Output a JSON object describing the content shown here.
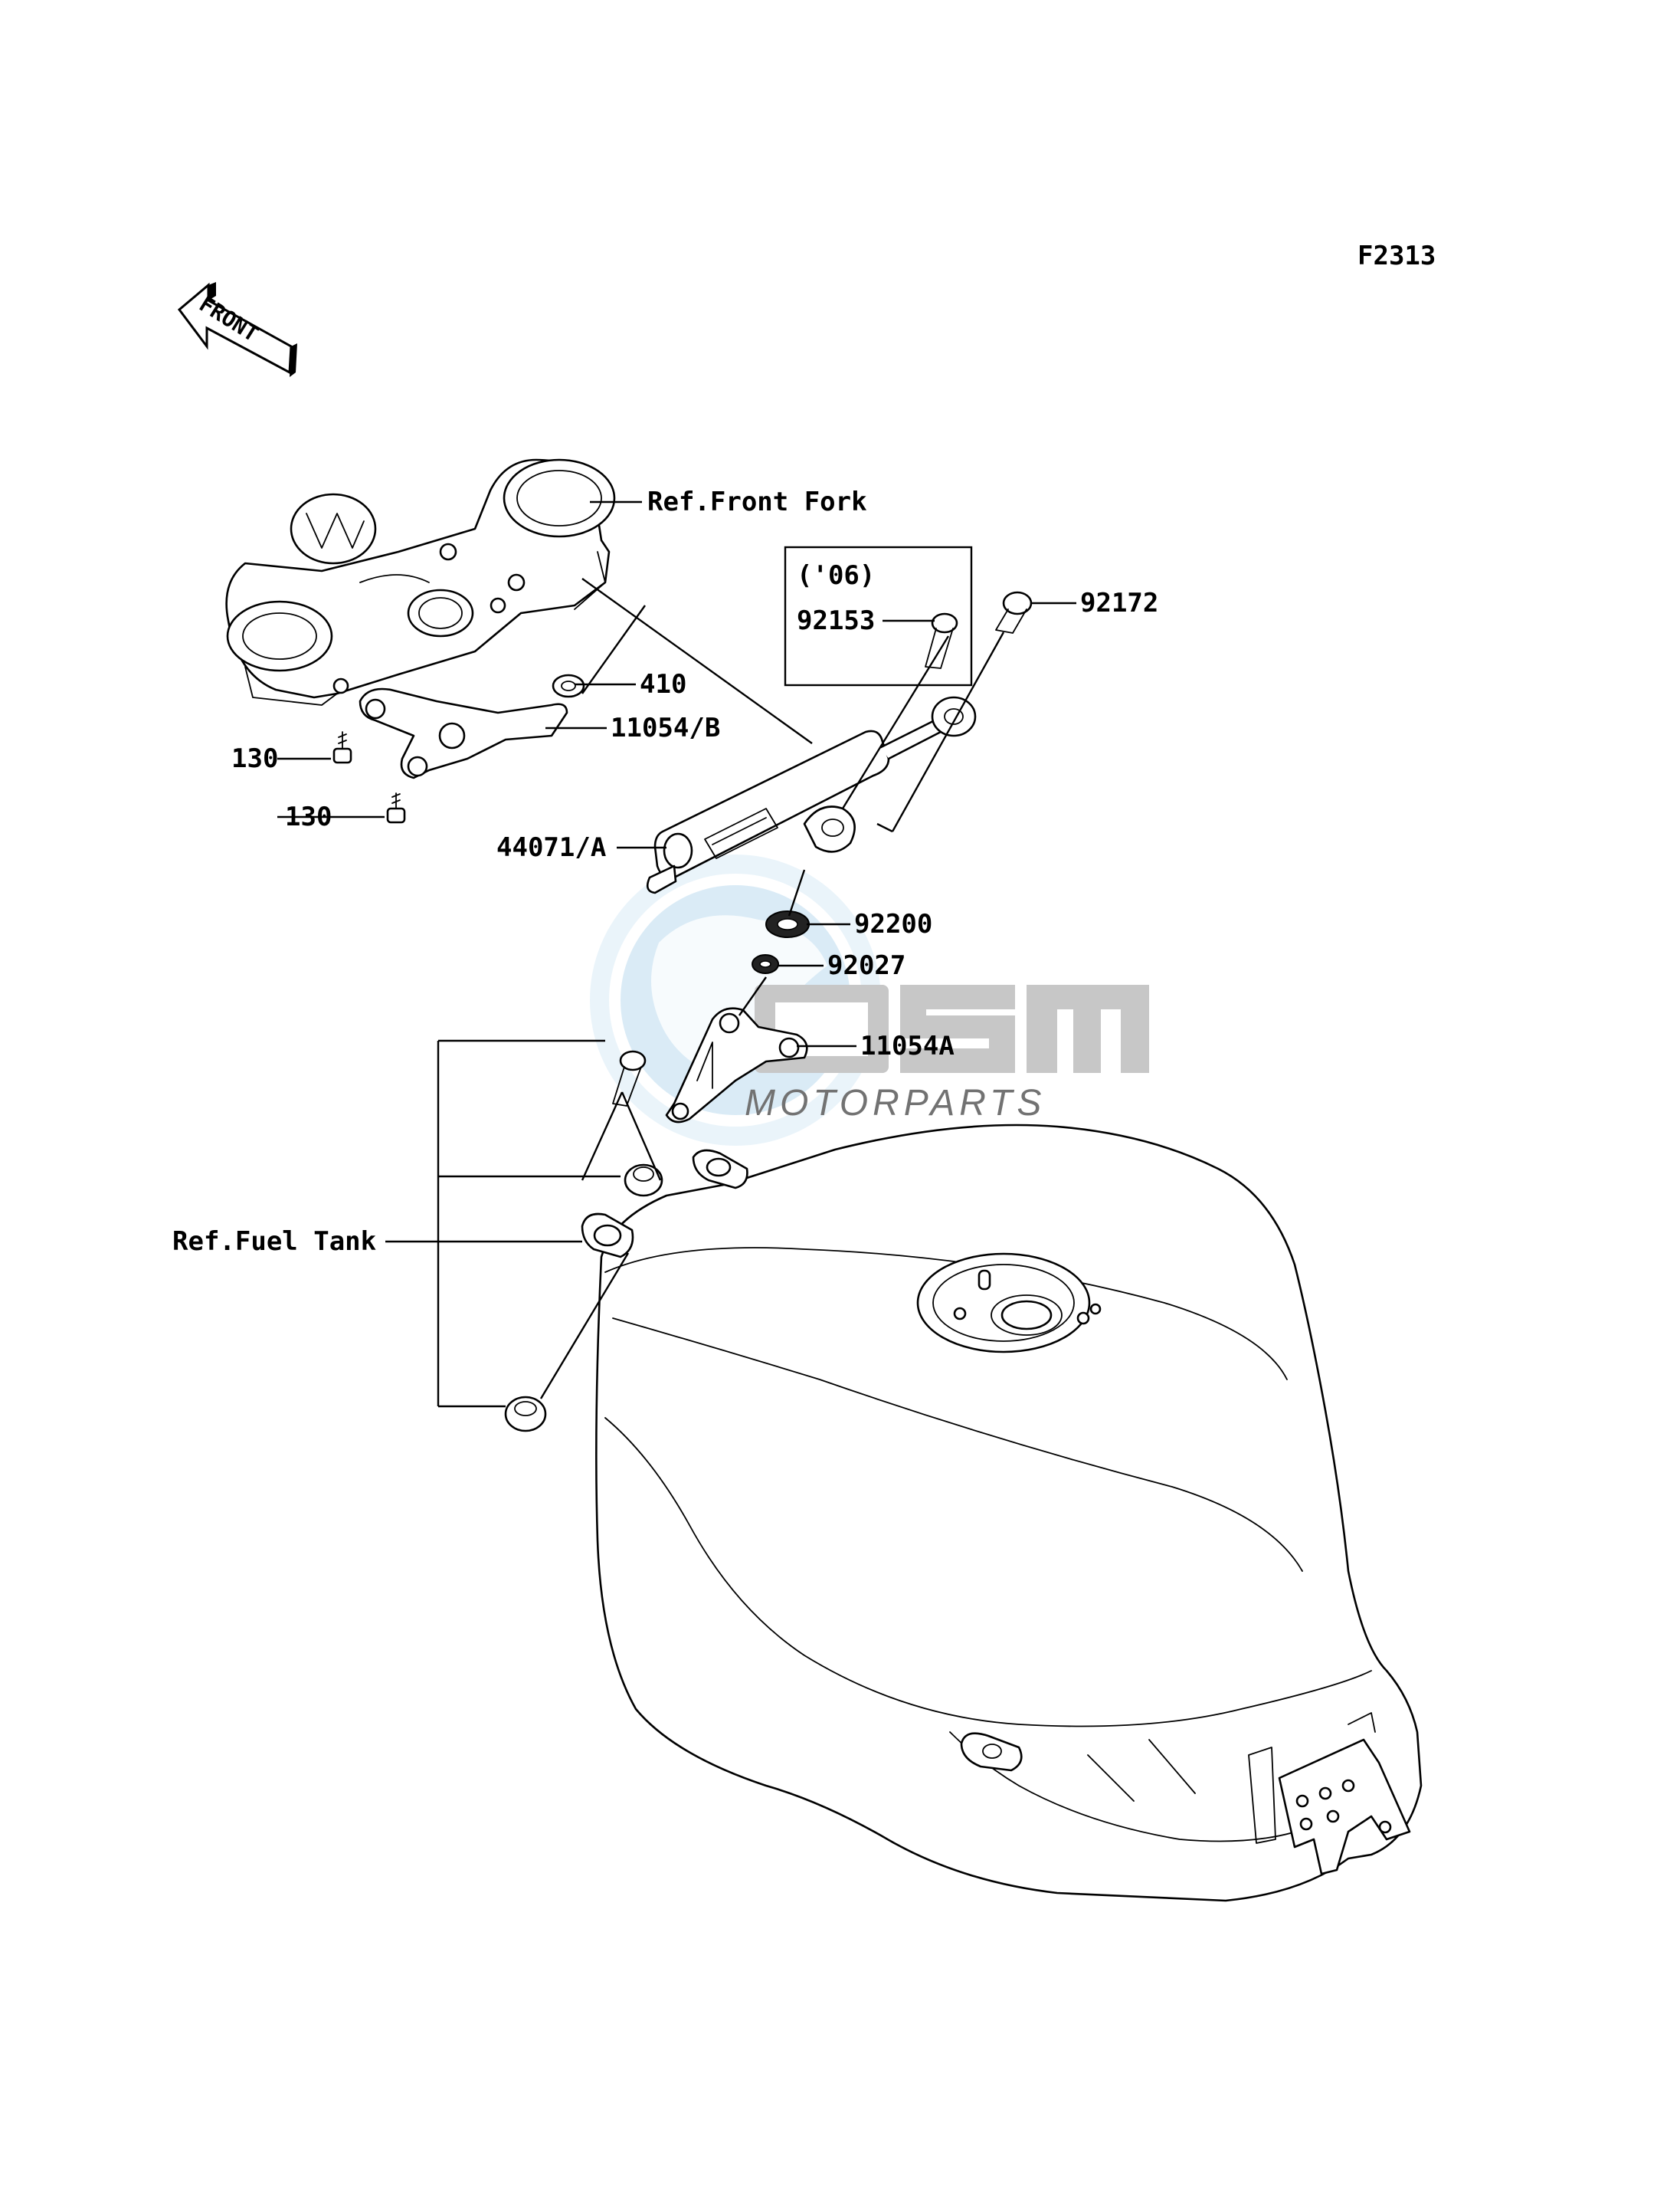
{
  "figure_code": "F2313",
  "front_arrow": {
    "label": "FRONT",
    "icon": "front-direction-arrow-icon"
  },
  "watermark": {
    "brand": "OSM",
    "tagline": "MOTORPARTS",
    "icon": "globe-logo-icon"
  },
  "year_box": {
    "label": "('06)"
  },
  "callouts": [
    {
      "id": "ref-front-fork",
      "text": "Ref.Front Fork"
    },
    {
      "id": "p410",
      "text": "410"
    },
    {
      "id": "p11054b",
      "text": "11054/B"
    },
    {
      "id": "p130a",
      "text": "130"
    },
    {
      "id": "p130b",
      "text": "130"
    },
    {
      "id": "p44071a",
      "text": "44071/A"
    },
    {
      "id": "p92153",
      "text": "92153"
    },
    {
      "id": "p92172",
      "text": "92172"
    },
    {
      "id": "p92200",
      "text": "92200"
    },
    {
      "id": "p92027",
      "text": "92027"
    },
    {
      "id": "p11054a",
      "text": "11054A"
    },
    {
      "id": "ref-fuel-tank",
      "text": "Ref.Fuel Tank"
    }
  ]
}
